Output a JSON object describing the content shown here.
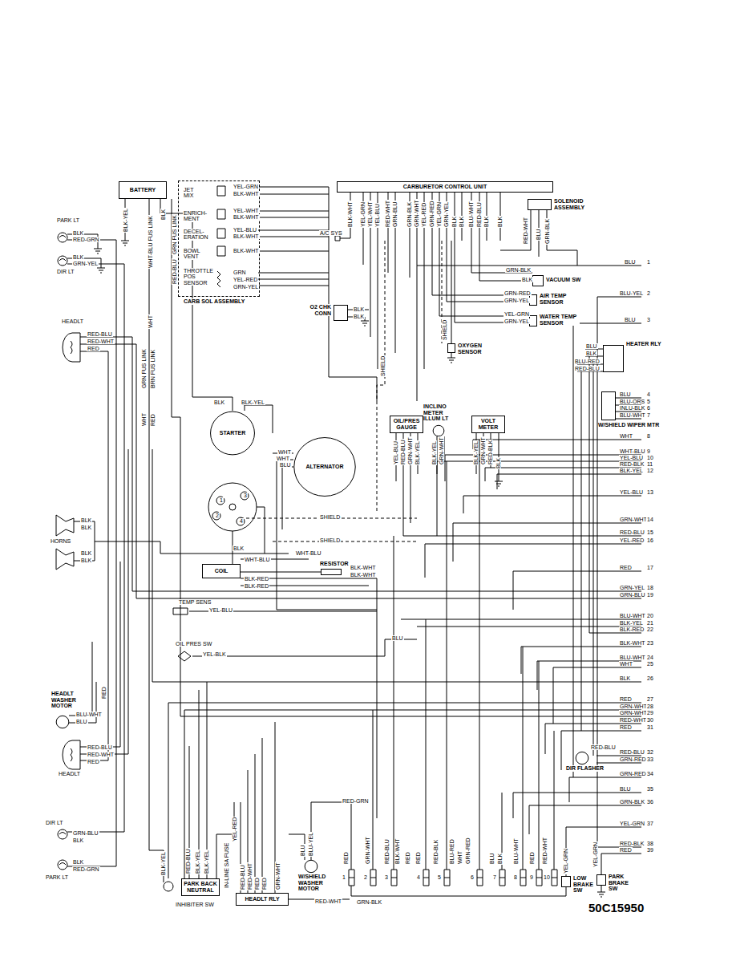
{
  "diagram": {
    "nodes": [
      {
        "text": [
          "BATTERY"
        ]
      },
      {
        "text": [
          "CARB SOL ASSEMBLY"
        ]
      },
      {
        "text": [
          "CARBURETOR CONTROL UNIT"
        ]
      },
      {
        "text": [
          "SOLENOID ASSEMBLY"
        ]
      },
      {
        "text": [
          "VACUUM SW"
        ]
      },
      {
        "text": [
          "AIR TEMP SENSOR"
        ]
      },
      {
        "text": [
          "WATER TEMP SENSOR"
        ]
      },
      {
        "text": [
          "O2 CHK CONN"
        ]
      },
      {
        "text": [
          "OXYGEN SENSOR"
        ]
      },
      {
        "text": [
          "HEATER RLY"
        ]
      },
      {
        "text": [
          "STARTER"
        ]
      },
      {
        "text": [
          "INCLINO METER ILLUM LT"
        ]
      },
      {
        "text": [
          "OIL/PRES GAUGE"
        ]
      },
      {
        "text": [
          "VOLT METER"
        ]
      },
      {
        "text": [
          "W/SHIELD WIPER MTR"
        ]
      },
      {
        "text": [
          "ALTERNATOR"
        ]
      },
      {
        "text": [
          "COIL"
        ]
      },
      {
        "text": [
          "RESISTOR"
        ]
      },
      {
        "text": [
          "HEADLT WASHER MOTOR"
        ]
      },
      {
        "text": [
          "DIR FLASHER"
        ]
      },
      {
        "text": [
          "PARK BACK NEUTRAL"
        ]
      },
      {
        "text": [
          "HEADLT RLY"
        ]
      },
      {
        "text": [
          "W/SHIELD WASHER MOTOR"
        ]
      },
      {
        "text": [
          "LOW BRAKE SW"
        ]
      },
      {
        "text": [
          "PARK BRAKE SW"
        ]
      }
    ],
    "edges": [
      {
        "from": 16,
        "to": 17,
        "arrow": "none"
      }
    ],
    "labels": [
      "PARK LT",
      "BLK",
      "RED-GRN",
      "BLK",
      "GRN-YEL",
      "DIR LT",
      "BLK-YEL",
      "WHT-BLU FUS LINK",
      "GRN FUS LINK",
      "BLK",
      "RED-BLU",
      "WHT",
      "HEADLT",
      "RED-BLU",
      "RED-WHT",
      "RED",
      "GRN FUS LINK",
      "WHT",
      "BRN FUS LINK",
      "RED",
      "JET MIX",
      "ENRICH- MENT",
      "DECEL- ERATION",
      "BOWL VENT",
      "THROTTLE POS SENSOR",
      "YEL-GRN",
      "BLK-WHT",
      "YEL-WHT",
      "BLK-WHT",
      "YEL-BLU",
      "BLK-WHT",
      "BLK-WHT",
      "GRN",
      "YEL-RED",
      "GRN-YEL",
      "BLK-WHT",
      "YEL-GRN",
      "YEL-WHT",
      "YEL-BLU",
      "RED-WHT",
      "GRN-BLU",
      "GRN-BLK",
      "GRN-WHT",
      "YEL-RED",
      "GRN-RED",
      "YEL-GRN",
      "GRN-YEL",
      "BLK",
      "BLK",
      "BLU-WHT",
      "RED-BLU",
      "BLK",
      "BLK",
      "A/C SYS",
      "RED-WHT",
      "BLU",
      "GRN-BLK",
      "GRN-BLK",
      "BLK",
      "GRN-RED",
      "GRN-YEL",
      "YEL-GRN",
      "GRN-YEL",
      "BLK",
      "BLK",
      "SHIELD",
      "SHIELD",
      "BLU",
      "1",
      "BLU-YEL",
      "2",
      "BLU",
      "3",
      "BLU",
      "BLK",
      "BLU-RED",
      "RED-BLU",
      "BLU",
      "4",
      "BLU-ORS",
      "5",
      "INLU-BLK",
      "6",
      "BLU-WHT",
      "7",
      "BLK",
      "BLK-YEL",
      "WHT",
      "WHT",
      "BLU",
      "1",
      "3",
      "2",
      "4",
      "SHIELD",
      "SHIELD",
      "BLK",
      "WHT-BLU",
      "BLK-RED",
      "BLK-RED",
      "WHT-BLU",
      "BLK-WHT",
      "BLK-WHT",
      "BLK",
      "BLK",
      "BLK",
      "BLK",
      "HORNS",
      "TEMP SENS",
      "YEL-BLU",
      "OIL PRES SW",
      "YEL-BLK",
      "BLU",
      "YEL-BLU",
      "RED-BLU",
      "GRN-WHT",
      "BLK-YEL",
      "BLK-YEL",
      "GRN-WHT",
      "BLK-YEL",
      "GRN-WHT",
      "RED-BLK",
      "BLK",
      "WHT",
      "8",
      "WHT-BLU",
      "9",
      "YEL-BLU",
      "10",
      "RED-BLK",
      "11",
      "BLK-YEL",
      "12",
      "YEL-BLU",
      "13",
      "GRN-WHT",
      "14",
      "RED-BLU",
      "15",
      "YEL-RED",
      "16",
      "RED",
      "17",
      "GRN-YEL",
      "18",
      "GRN-BLU",
      "19",
      "BLU-WHT",
      "20",
      "BLK-YEL",
      "21",
      "BLK-RED",
      "22",
      "BLK-WHT",
      "23",
      "BLU-WHT",
      "24",
      "WHT",
      "25",
      "BLK",
      "26",
      "RED",
      "27",
      "GRN-WHT",
      "28",
      "GRN-WHT",
      "29",
      "RED-WHT",
      "30",
      "RED",
      "31",
      "RED-BLU",
      "32",
      "GRN-RED",
      "33",
      "GRN-RED",
      "34",
      "BLU",
      "35",
      "GRN-BLK",
      "36",
      "YEL-GRN",
      "37",
      "RED-BLK",
      "38",
      "RED",
      "39",
      "BLU-WHT",
      "BLU",
      "RED",
      "RED-BLU",
      "RED-WHT",
      "RED",
      "HEADLT",
      "DIR LT",
      "GRN-BLU",
      "BLK",
      "BLK",
      "RED-GRN",
      "PARK LT",
      "BLK-YEL",
      "RED-BLU",
      "BLK-YEL",
      "BLK-YEL",
      "YEL-RED",
      "IN-LINE SA FUSE",
      "RED-BLU",
      "RED-WHT",
      "RED",
      "RED",
      "GRN-WHT",
      "INHIBITER SW",
      "BLU",
      "BLU-YEL",
      "RED-WHT",
      "GRN-BLK",
      "RED-GRN",
      "RED",
      "GRN-WHT",
      "RED-BLU",
      "BLK-WHT",
      "RED",
      "RED",
      "RED-BLK",
      "BLU-RED",
      "WHT",
      "GRN-RED",
      "BLU",
      "BLK",
      "BLU-WHT",
      "RED",
      "RED-WHT",
      "1",
      "2",
      "3",
      "4",
      "5",
      "6",
      "7",
      "8",
      "9",
      "10",
      "YEL-GRN",
      "YEL-GRN",
      "RED-BLU",
      "50C15950"
    ]
  }
}
